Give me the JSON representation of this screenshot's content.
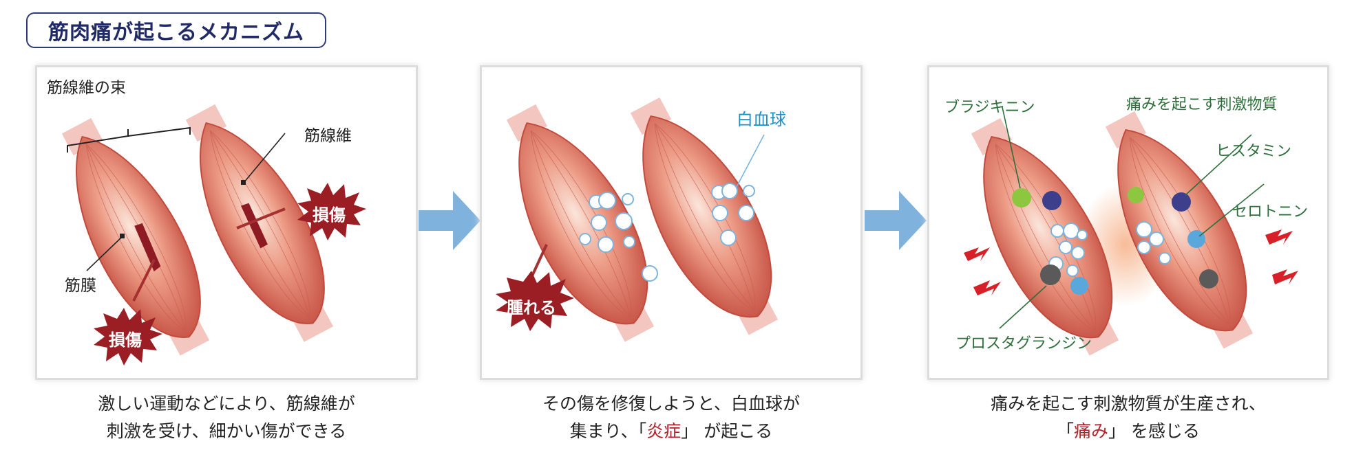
{
  "title": "筋肉痛が起こるメカニズム",
  "panel1": {
    "label_bundle": "筋線維の束",
    "label_fiber": "筋線維",
    "label_membrane": "筋膜",
    "label_damage_a": "損傷",
    "label_damage_b": "損傷"
  },
  "panel2": {
    "label_wbc": "白血球",
    "label_swell": "腫れる"
  },
  "panel3": {
    "label_bradykinin": "ブラジキニン",
    "label_irritants": "痛みを起こす刺激物質",
    "label_histamine": "ヒスタミン",
    "label_serotonin": "セロトニン",
    "label_prostaglandin": "プロスタグランジン"
  },
  "captions": {
    "c1_line1": "激しい運動などにより、筋線維が",
    "c1_line2": "刺激を受け、細かい傷ができる",
    "c2_line1": "その傷を修復しようと、白血球が",
    "c2_line2_pre": "集まり、「",
    "c2_line2_hl": "炎症",
    "c2_line2_post": "」 が起こる",
    "c3_line1": "痛みを起こす刺激物質が生産され、",
    "c3_line2_pre": "「",
    "c3_line2_hl": "痛み",
    "c3_line2_post": "」 を感じる"
  },
  "colors": {
    "title_border": "#2d3a7c",
    "muscle": "#d9675a",
    "tendon": "#f4c6c0",
    "damage": "#8e1a24",
    "arrow": "#7fb3de",
    "wbc": "#ffffff",
    "highlight": "#b3212b"
  }
}
